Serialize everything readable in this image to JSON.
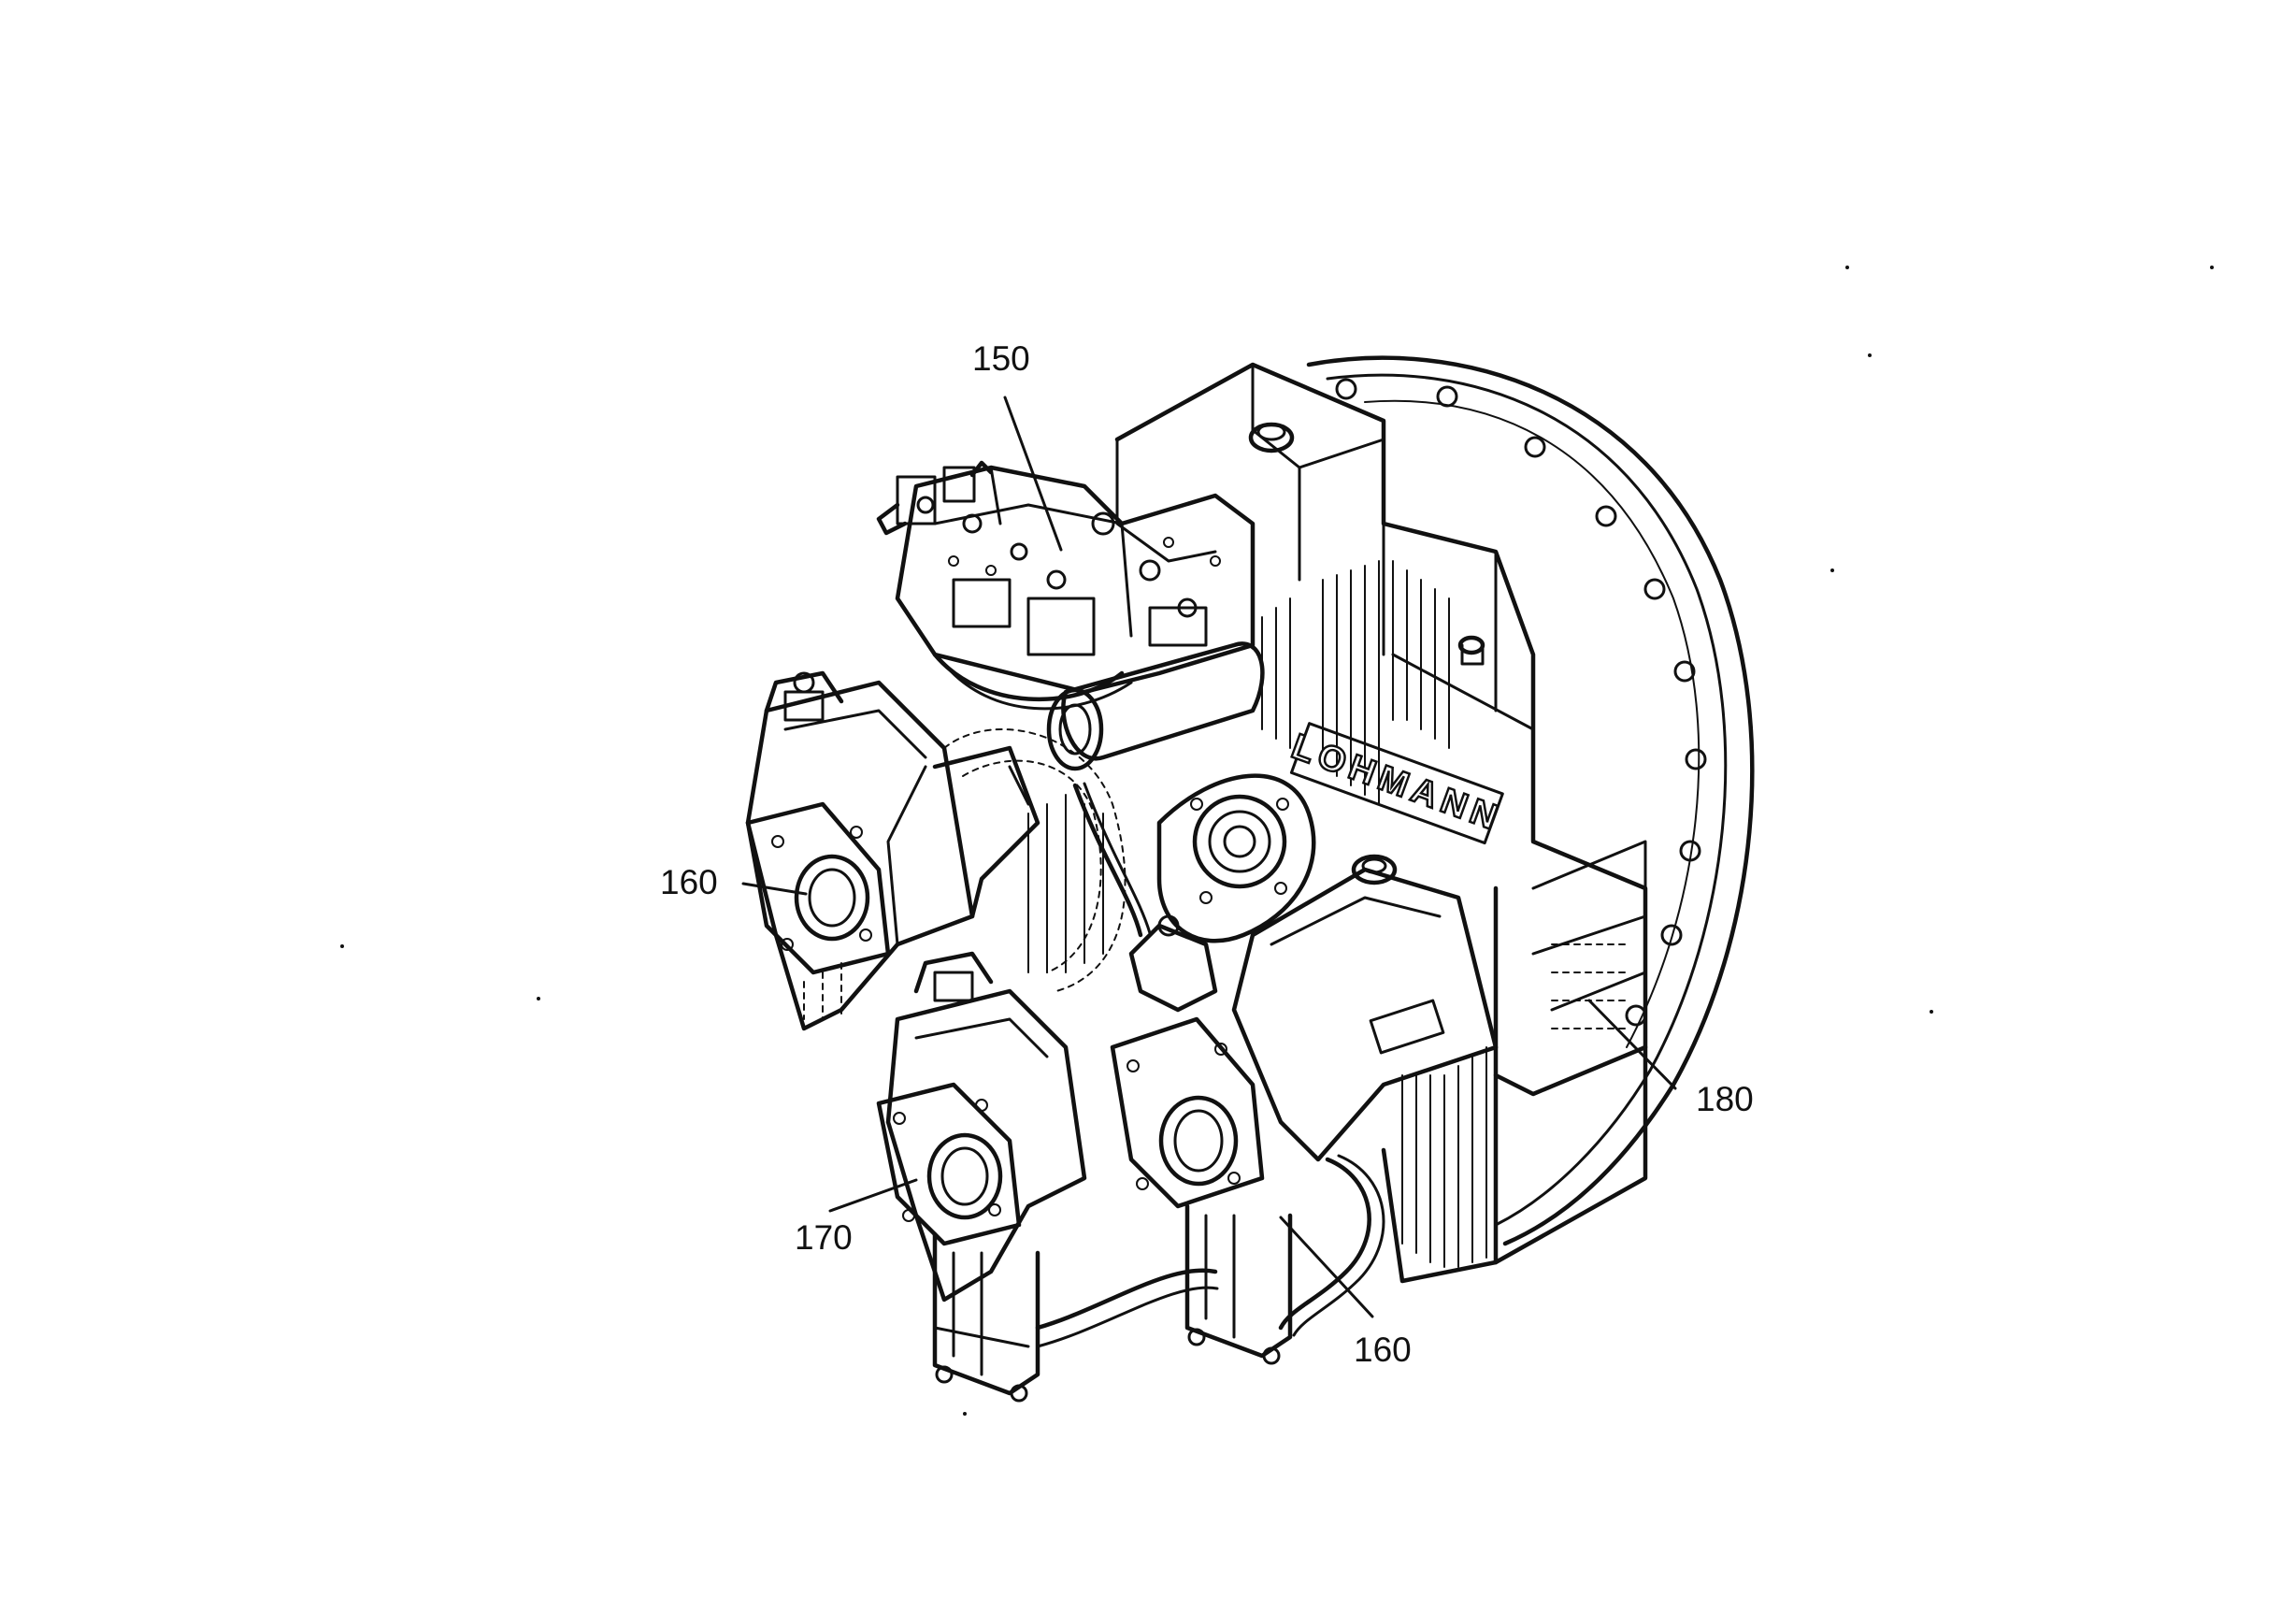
{
  "callouts": [
    {
      "id": "c150",
      "label": "150"
    },
    {
      "id": "c160a",
      "label": "160"
    },
    {
      "id": "c170",
      "label": "170"
    },
    {
      "id": "c160b",
      "label": "160"
    },
    {
      "id": "c180",
      "label": "180"
    }
  ],
  "casing_lettering": "LOHMANN",
  "colors": {
    "ink": "#111111",
    "paper": "#ffffff"
  }
}
